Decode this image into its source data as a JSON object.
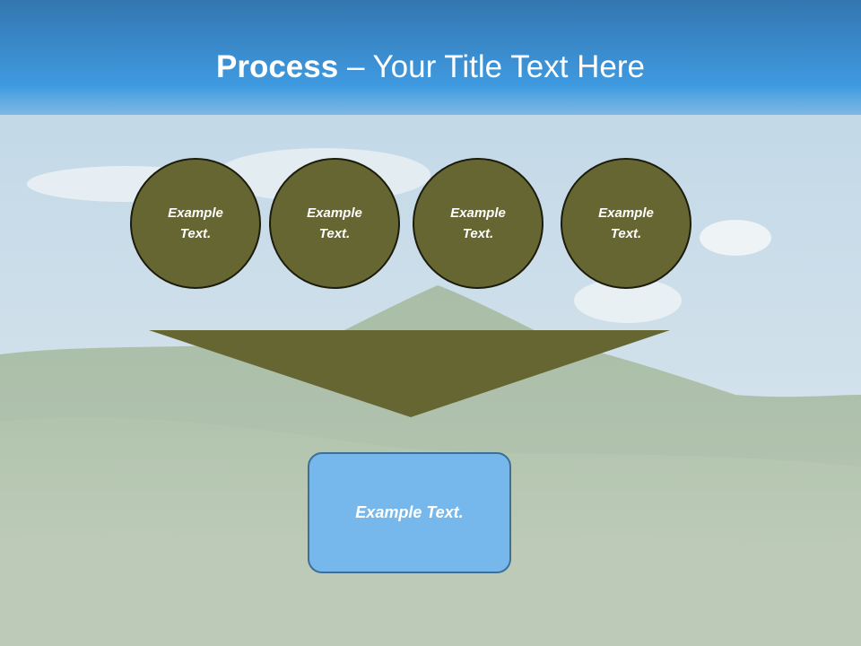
{
  "slide": {
    "title_bold": "Process",
    "title_rest": " – Your Title Text Here",
    "steps": [
      {
        "label": "Example Text."
      },
      {
        "label": "Example Text."
      },
      {
        "label": "Example Text."
      },
      {
        "label": "Example Text."
      }
    ],
    "result_label": "Example Text."
  },
  "colors": {
    "title_bar": "#3f94d4",
    "circle_fill": "#666633",
    "arrow_fill": "#666633",
    "result_fill": "#76b8ec"
  }
}
